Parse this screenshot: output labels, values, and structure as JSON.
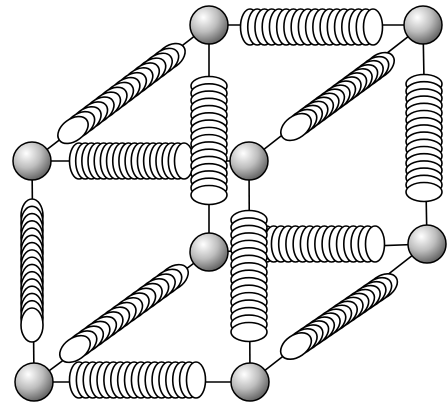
{
  "diagram": {
    "kind": "spring-lattice",
    "colors": {
      "background": "#ffffff",
      "stroke": "#000000",
      "spring_fill": "#ffffff",
      "node_light": "#ffffff",
      "node_mid": "#bdbdbd",
      "node_dark": "#6a6a6a"
    },
    "nodes": [
      {
        "id": "n1"
      },
      {
        "id": "n2"
      },
      {
        "id": "n3"
      },
      {
        "id": "n4"
      },
      {
        "id": "n5"
      },
      {
        "id": "n6"
      },
      {
        "id": "n7"
      },
      {
        "id": "n8"
      },
      {
        "id": "n9"
      }
    ],
    "springs": [
      {
        "id": "s1",
        "from": "n1",
        "to": "n2"
      },
      {
        "id": "s2",
        "from": "n1",
        "to": "n3"
      },
      {
        "id": "s3",
        "from": "n2",
        "to": "n4"
      },
      {
        "id": "s4",
        "from": "n3",
        "to": "n4"
      },
      {
        "id": "s5",
        "from": "n3",
        "to": "n5"
      },
      {
        "id": "s6",
        "from": "n4",
        "to": "n6"
      },
      {
        "id": "s7",
        "from": "n5",
        "to": "n6"
      },
      {
        "id": "s8",
        "from": "n5",
        "to": "n7"
      },
      {
        "id": "s9",
        "from": "n5",
        "to": "n8"
      },
      {
        "id": "s10",
        "from": "n6",
        "to": "n9"
      },
      {
        "id": "s11",
        "from": "n7",
        "to": "n8"
      },
      {
        "id": "s12",
        "from": "n8",
        "to": "n9"
      }
    ]
  }
}
